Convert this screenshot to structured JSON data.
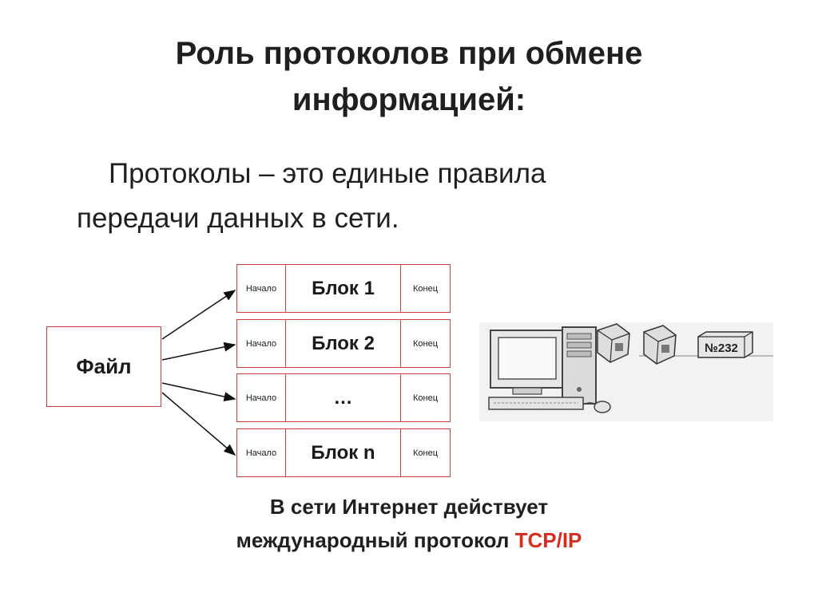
{
  "slide": {
    "title_line1": "Роль протоколов при обмене",
    "title_line2": "информацией:",
    "definition_line1": "Протоколы – это единые правила",
    "definition_line2": "передачи данных в сети."
  },
  "diagram": {
    "file_label": "Файл",
    "blocks": [
      {
        "start": "Начало",
        "label": "Блок 1",
        "end": "Конец"
      },
      {
        "start": "Начало",
        "label": "Блок 2",
        "end": "Конец"
      },
      {
        "start": "Начало",
        "label": "…",
        "end": "Конец"
      },
      {
        "start": "Начало",
        "label": "Блок n",
        "end": "Конец"
      }
    ],
    "packet_label": "№232",
    "border_color": "#c9413a"
  },
  "caption": {
    "line1": "В сети Интернет действует",
    "line2_prefix": "международный протокол ",
    "line2_highlight": "TCP/IP",
    "highlight_color": "#d62d20"
  }
}
